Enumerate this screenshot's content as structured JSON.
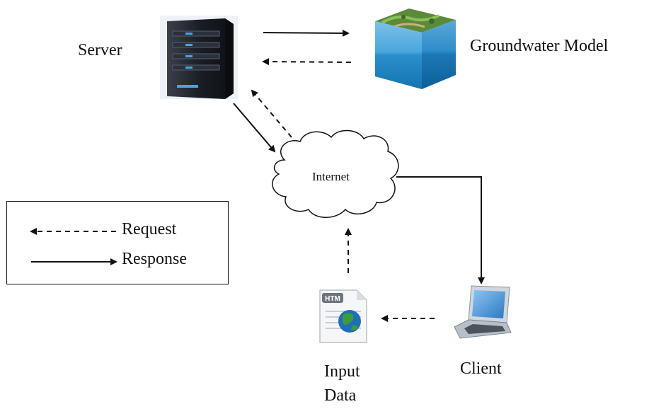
{
  "nodes": {
    "server": "Server",
    "groundwater_model": "Groundwater Model",
    "internet": "Internet",
    "client": "Client",
    "input_data": [
      "Input",
      "Data"
    ],
    "file_badge": "HTM"
  },
  "legend": {
    "request": "Request",
    "response": "Response"
  },
  "colors": {
    "line": "#111111",
    "server_body": "#1c1f26",
    "server_light": "#4aa3e0",
    "water_top": "#6fb4e0",
    "water_bottom": "#1d86c4",
    "grass": "#5a8a3a",
    "laptop_screen": "#3f8fd6"
  }
}
